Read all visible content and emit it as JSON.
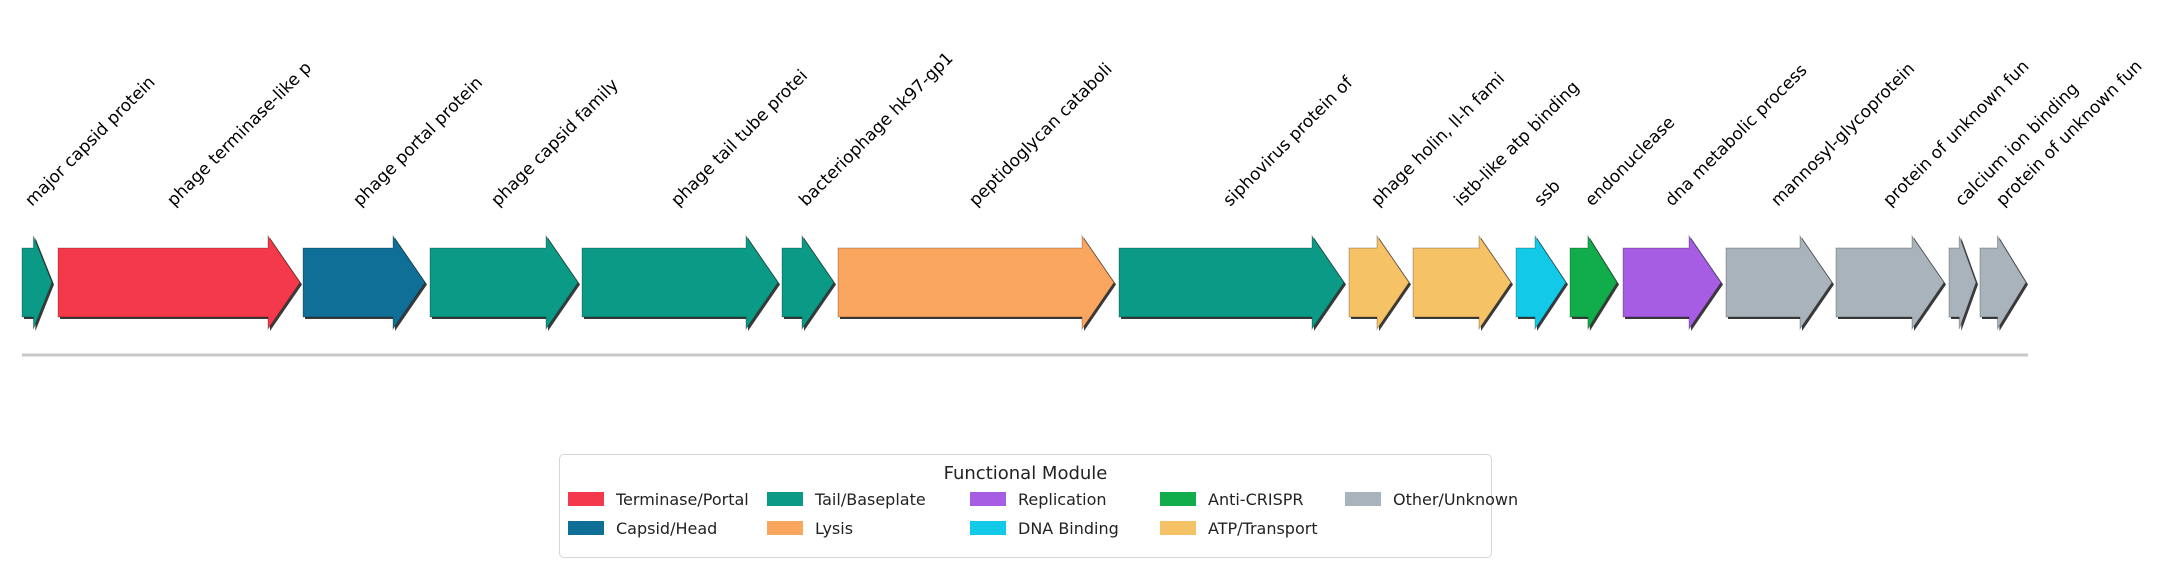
{
  "colors": {
    "terminase_portal": "#f43a4a",
    "capsid_head": "#106f97",
    "tail_baseplate": "#0a9a86",
    "lysis": "#fba65e",
    "replication": "#a65ce3",
    "dna_binding": "#12c9e8",
    "anti_crispr": "#10ad4a",
    "atp_transport": "#f5c265",
    "other_unknown": "#a9b3bb"
  },
  "genes": [
    {
      "label": "major capsid protein",
      "module": "tail_baseplate"
    },
    {
      "label": "phage terminase-like p",
      "module": "terminase_portal"
    },
    {
      "label": "phage portal protein",
      "module": "capsid_head"
    },
    {
      "label": "phage capsid family",
      "module": "tail_baseplate"
    },
    {
      "label": "phage tail tube protei",
      "module": "tail_baseplate"
    },
    {
      "label": "bacteriophage hk97-gp1",
      "module": "tail_baseplate"
    },
    {
      "label": "peptidoglycan cataboli",
      "module": "lysis"
    },
    {
      "label": "siphovirus protein of",
      "module": "tail_baseplate"
    },
    {
      "label": "phage holin, ll-h fami",
      "module": "atp_transport"
    },
    {
      "label": "istb-like atp binding",
      "module": "atp_transport"
    },
    {
      "label": "ssb",
      "module": "dna_binding"
    },
    {
      "label": "endonuclease",
      "module": "anti_crispr"
    },
    {
      "label": "dna metabolic process",
      "module": "replication"
    },
    {
      "label": "mannosyl-glycoprotein",
      "module": "other_unknown"
    },
    {
      "label": "protein of unknown fun",
      "module": "other_unknown"
    },
    {
      "label": "calcium ion binding",
      "module": "other_unknown"
    },
    {
      "label": "protein of unknown fun",
      "module": "other_unknown"
    }
  ],
  "legend": {
    "title": "Functional Module",
    "entries": [
      {
        "label": "Terminase/Portal",
        "module": "terminase_portal"
      },
      {
        "label": "Capsid/Head",
        "module": "capsid_head"
      },
      {
        "label": "Tail/Baseplate",
        "module": "tail_baseplate"
      },
      {
        "label": "Lysis",
        "module": "lysis"
      },
      {
        "label": "Replication",
        "module": "replication"
      },
      {
        "label": "DNA Binding",
        "module": "dna_binding"
      },
      {
        "label": "Anti-CRISPR",
        "module": "anti_crispr"
      },
      {
        "label": "ATP/Transport",
        "module": "atp_transport"
      },
      {
        "label": "Other/Unknown",
        "module": "other_unknown"
      }
    ]
  }
}
